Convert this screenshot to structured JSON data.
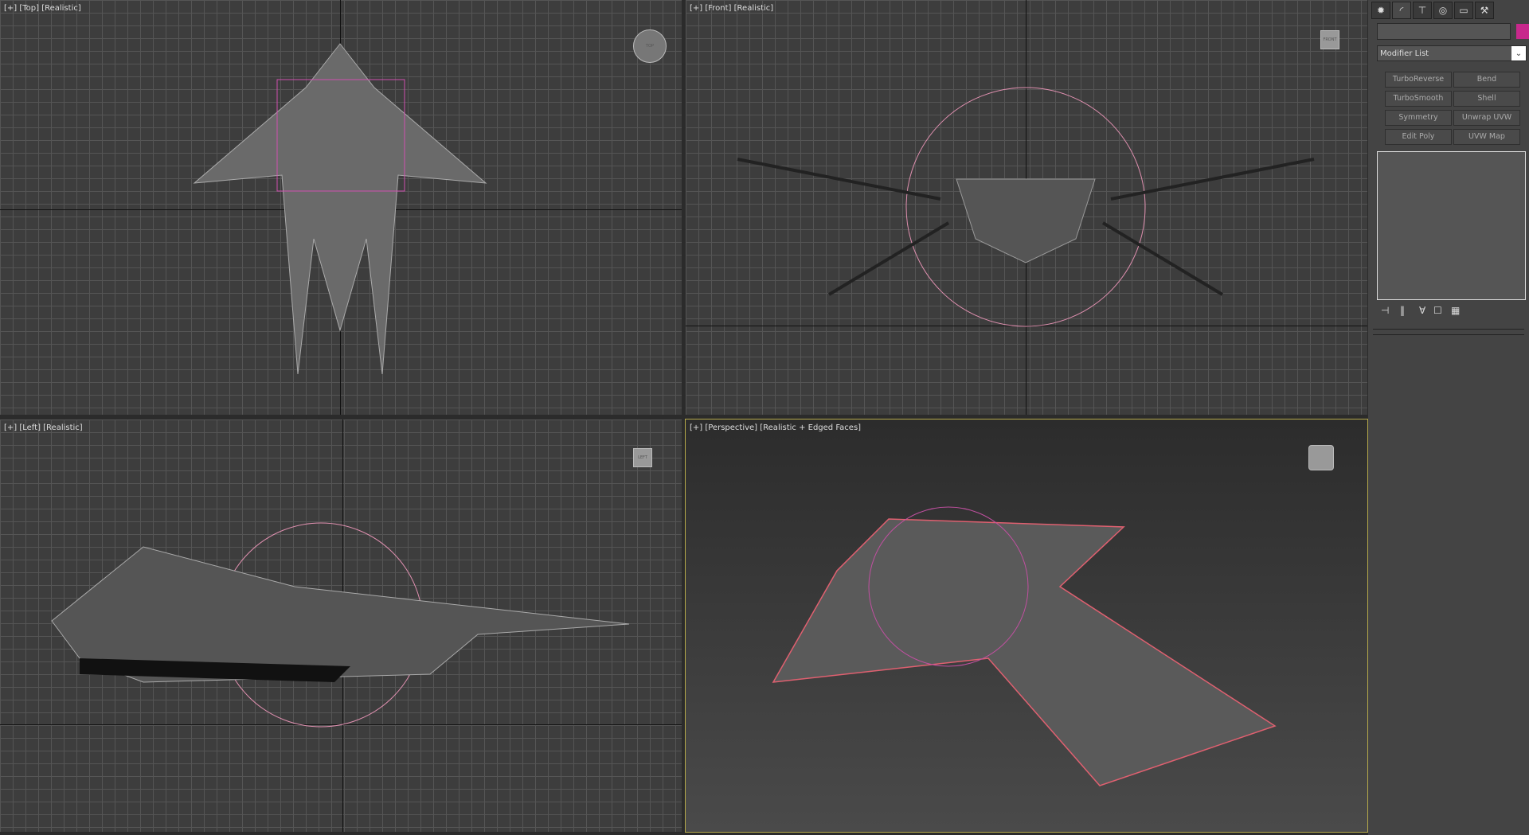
{
  "viewports": [
    {
      "label": "[+] [Top] [Realistic]",
      "cube": "TOP"
    },
    {
      "label": "[+] [Front] [Realistic]",
      "cube": "FRONT"
    },
    {
      "label": "[+] [Left] [Realistic]",
      "cube": "LEFT"
    },
    {
      "label": "[+] [Perspective] [Realistic + Edged Faces]"
    }
  ],
  "panel": {
    "tabs": [
      {
        "icon": "create-icon",
        "glyph": "✹"
      },
      {
        "icon": "modify-icon",
        "glyph": "◜"
      },
      {
        "icon": "hierarchy-icon",
        "glyph": "⊤"
      },
      {
        "icon": "motion-icon",
        "glyph": "◎"
      },
      {
        "icon": "display-icon",
        "glyph": "▭"
      },
      {
        "icon": "utilities-icon",
        "glyph": "⚒"
      }
    ],
    "object_name": "",
    "object_color": "#c8288c",
    "modifier_list": "Modifier List",
    "modifier_buttons": [
      "TurboReverse",
      "Bend",
      "TurboSmooth",
      "Shell",
      "Symmetry",
      "Unwrap UVW",
      "Edit Poly",
      "UVW Map"
    ],
    "stack_tools": [
      {
        "icon": "pin-stack-icon",
        "glyph": "⊣"
      },
      {
        "icon": "show-end-result-icon",
        "glyph": "‖"
      },
      {
        "icon": "make-unique-icon",
        "glyph": "∀"
      },
      {
        "icon": "remove-modifier-icon",
        "glyph": "☐"
      },
      {
        "icon": "configure-modifier-sets-icon",
        "glyph": "▦"
      }
    ]
  }
}
